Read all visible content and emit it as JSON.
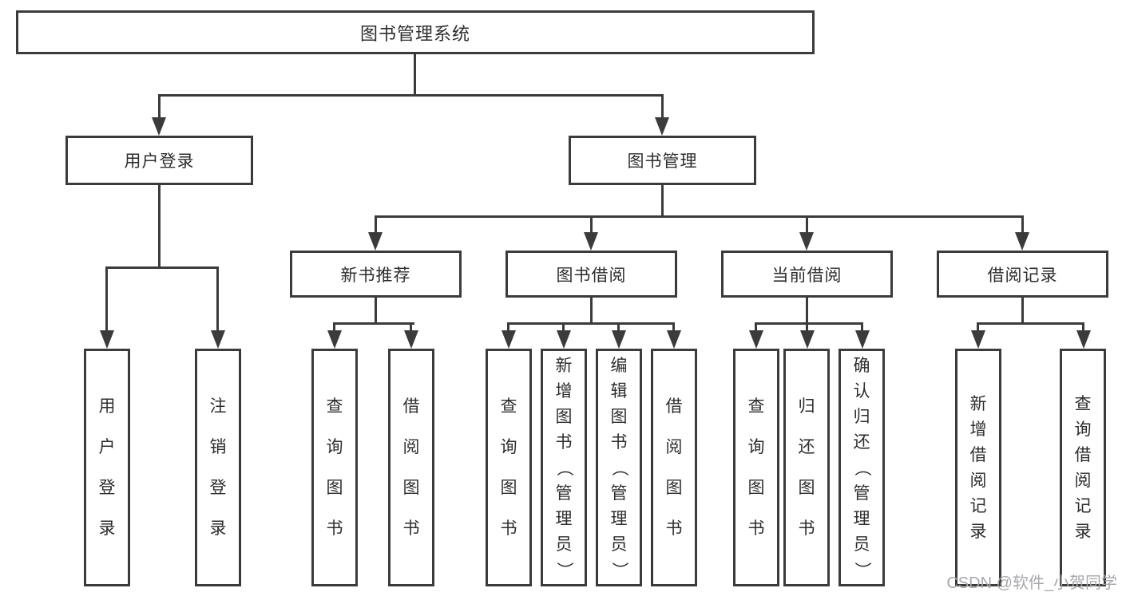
{
  "colors": {
    "line": "#3b3b3b",
    "text": "#2d2d2d",
    "watermark_text": "#a7a7ac",
    "background": "#ffffff"
  },
  "watermark": {
    "text": "CSDN @软件_小贺同学"
  },
  "tree": {
    "root": {
      "label": "图书管理系统"
    },
    "branches": [
      {
        "label": "用户登录",
        "children": [
          {
            "label": "用户登录"
          },
          {
            "label": "注销登录"
          }
        ]
      },
      {
        "label": "图书管理",
        "children": [
          {
            "label": "新书推荐",
            "children": [
              {
                "label": "查询图书"
              },
              {
                "label": "借阅图书"
              }
            ]
          },
          {
            "label": "图书借阅",
            "children": [
              {
                "label": "查询图书"
              },
              {
                "label": "新增图书（管理员）"
              },
              {
                "label": "编辑图书（管理员）"
              },
              {
                "label": "借阅图书"
              }
            ]
          },
          {
            "label": "当前借阅",
            "children": [
              {
                "label": "查询图书"
              },
              {
                "label": "归还图书"
              },
              {
                "label": "确认归还（管理员）"
              }
            ]
          },
          {
            "label": "借阅记录",
            "children": [
              {
                "label": "新增借阅记录"
              },
              {
                "label": "查询借阅记录"
              }
            ]
          }
        ]
      }
    ]
  }
}
